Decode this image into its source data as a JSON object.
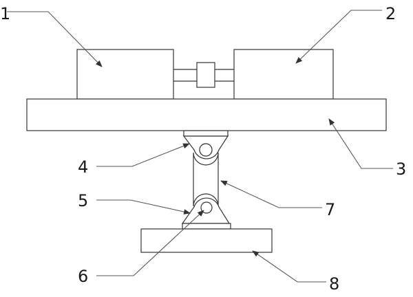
{
  "callouts": [
    {
      "id": "1",
      "text": "1"
    },
    {
      "id": "2",
      "text": "2"
    },
    {
      "id": "3",
      "text": "3"
    },
    {
      "id": "4",
      "text": "4"
    },
    {
      "id": "5",
      "text": "5"
    },
    {
      "id": "6",
      "text": "6"
    },
    {
      "id": "7",
      "text": "7"
    },
    {
      "id": "8",
      "text": "8"
    }
  ],
  "colors": {
    "line": "#333333",
    "leader": "#555555",
    "background": "#ffffff"
  }
}
